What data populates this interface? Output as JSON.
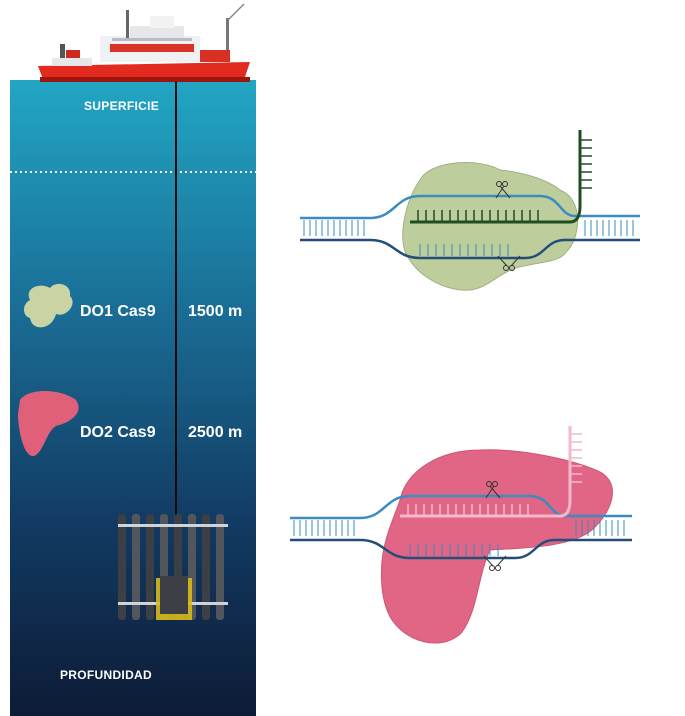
{
  "ocean": {
    "surface_label": "SUPERFICIE",
    "depth_label": "PROFUNDIDAD",
    "colors": {
      "top": "#22a6c4",
      "bottom": "#0d1b36",
      "cas9_do1": "#c9d3a4",
      "cas9_do2": "#e0607a"
    }
  },
  "samples": [
    {
      "name": "DO1 Cas9",
      "depth": "1500 m"
    },
    {
      "name": "DO2 Cas9",
      "depth": "2500 m"
    }
  ],
  "diagrams": [
    {
      "protein_color": "#a8bd7c",
      "guide_color": "#1f4d22"
    },
    {
      "protein_color": "#de5577",
      "guide_color": "#f4b8cc"
    }
  ],
  "dna_colors": {
    "strand_top": "#3a8cc2",
    "strand_bottom": "#244e7a"
  }
}
